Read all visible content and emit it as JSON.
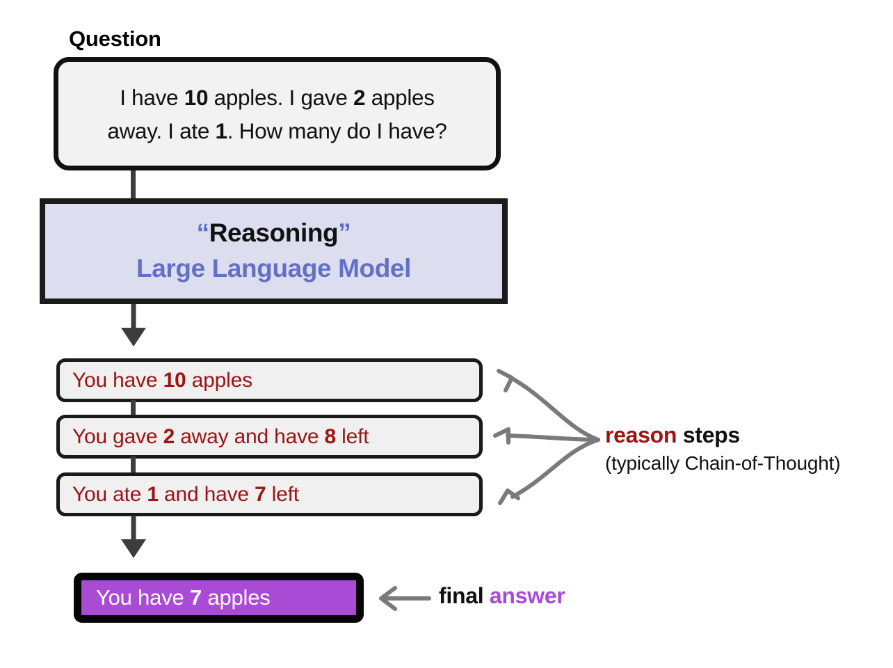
{
  "diagram": {
    "title_label": "Question",
    "question_box": {
      "line1_pre": "I have ",
      "line1_b1": "10",
      "line1_mid": " apples. I gave ",
      "line1_b2": "2",
      "line1_post": " apples",
      "line2_pre": "away. I ate ",
      "line2_b1": "1",
      "line2_post": ". How many do I have?",
      "full_text": "I have 10 apples. I gave 2 apples away. I ate 1. How many do I have?"
    },
    "llm_box": {
      "quote_open": "“",
      "reasoning_label": "Reasoning",
      "quote_close": "”",
      "model_label": "Large Language Model"
    },
    "reason_steps": [
      {
        "pre": "You have ",
        "bold1": "10",
        "mid": " apples",
        "bold2": "",
        "post": "",
        "full_text": "You have 10 apples"
      },
      {
        "pre": "You gave ",
        "bold1": "2",
        "mid": " away and have ",
        "bold2": "8",
        "post": " left",
        "full_text": "You gave 2 away and have 8 left"
      },
      {
        "pre": "You ate ",
        "bold1": "1",
        "mid": " and have ",
        "bold2": "7",
        "post": " left",
        "full_text": "You ate 1 and have 7 left"
      }
    ],
    "reason_annotation": {
      "highlight": "reason",
      "rest": " steps",
      "subtitle": "(typically Chain-of-Thought)"
    },
    "answer_box": {
      "pre": "You have ",
      "bold": "7",
      "post": " apples",
      "full_text": "You have 7 apples"
    },
    "answer_annotation": {
      "prefix": "final ",
      "highlight": "answer"
    },
    "colors": {
      "background": "#ffffff",
      "box_outline": "#111111",
      "question_fill": "#f2f2f2",
      "llm_fill": "#dcdef0",
      "llm_accent": "#6270c6",
      "step_fill": "#f0f0f0",
      "step_text": "#9c1414",
      "answer_fill": "#a94bd4",
      "answer_text": "#ffffff",
      "arrow_gray": "#7a7a7a",
      "arrow_dark": "#3d3d3d"
    }
  }
}
